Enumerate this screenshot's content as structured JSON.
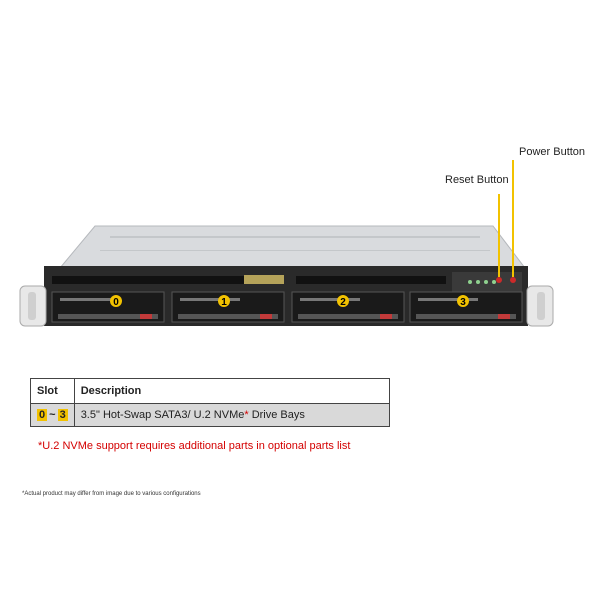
{
  "callouts": {
    "power_button": "Power Button",
    "reset_button": "Reset Button"
  },
  "bays": [
    "0",
    "1",
    "2",
    "3"
  ],
  "table": {
    "headers": {
      "slot": "Slot",
      "description": "Description"
    },
    "rows": [
      {
        "slot_start": "0",
        "slot_sep": "~",
        "slot_end": "3",
        "description_text": "3.5\" Hot-Swap SATA3/ U.2 NVMe",
        "description_asterisk": "*",
        "description_suffix": " Drive Bays"
      }
    ]
  },
  "note": "*U.2 NVMe  support requires additional parts in optional parts list",
  "disclaimer": "*Actual product may differ from image due to various configurations",
  "colors": {
    "callout_line": "#f2c200",
    "badge": "#f2c200",
    "note_red": "#d40000"
  }
}
